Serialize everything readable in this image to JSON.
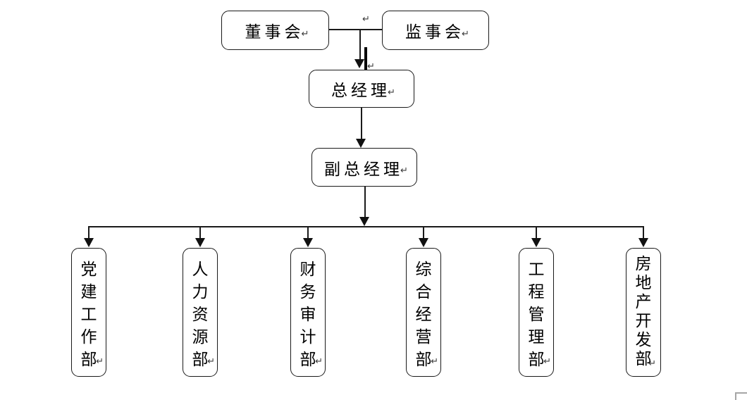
{
  "diagram": {
    "board": {
      "label": "董事会"
    },
    "supervisory": {
      "label": "监事会"
    },
    "general_manager": {
      "label": "总经理"
    },
    "deputy_general_manager": {
      "label": "副总经理"
    },
    "departments": [
      {
        "label": "党建工作部"
      },
      {
        "label": "人力资源部"
      },
      {
        "label": "财务审计部"
      },
      {
        "label": "综合经营部"
      },
      {
        "label": "工程管理部"
      },
      {
        "label": "房地产开发部"
      }
    ],
    "paragraph_mark": "↵",
    "colors": {
      "line": "#1a1a1a",
      "box_border": "#1a1a1a",
      "background": "#ffffff",
      "page_boundary_mark": "#a6a6a6"
    }
  }
}
